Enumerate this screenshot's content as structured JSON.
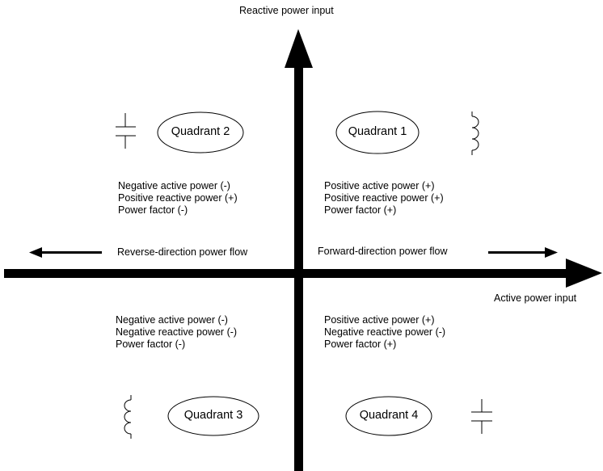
{
  "axes": {
    "y_label": "Reactive power input",
    "x_label": "Active power input"
  },
  "flows": {
    "reverse": "Reverse-direction power flow",
    "forward": "Forward-direction power flow"
  },
  "quadrants": {
    "q1": {
      "label": "Quadrant 1",
      "symbol": "inductor-icon",
      "lines": [
        "Positive active power (+)",
        "Positive reactive power (+)",
        "Power factor (+)"
      ]
    },
    "q2": {
      "label": "Quadrant 2",
      "symbol": "capacitor-icon",
      "lines": [
        "Negative active power (-)",
        "Positive reactive power (+)",
        "Power factor (-)"
      ]
    },
    "q3": {
      "label": "Quadrant 3",
      "symbol": "inductor-icon",
      "lines": [
        "Negative active power (-)",
        "Negative reactive power (-)",
        "Power factor (-)"
      ]
    },
    "q4": {
      "label": "Quadrant 4",
      "symbol": "capacitor-icon",
      "lines": [
        "Positive active power (+)",
        "Negative reactive power (-)",
        "Power factor (+)"
      ]
    }
  },
  "colors": {
    "ink": "#000000",
    "background": "#ffffff"
  }
}
